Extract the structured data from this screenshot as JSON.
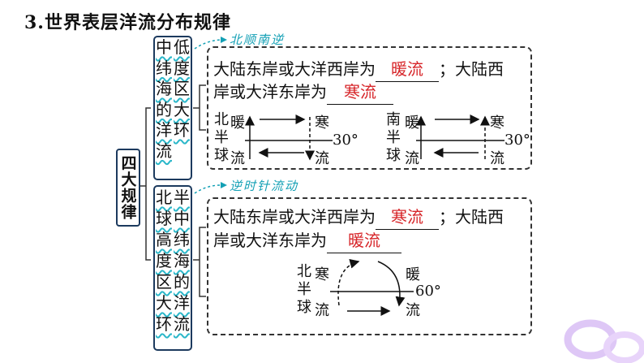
{
  "title": "3.世界表层洋流分布规律",
  "root": "四大规律",
  "categories": [
    {
      "label_chars": [
        "中",
        "低",
        "纬",
        "度",
        "海",
        "区",
        "的",
        "大",
        "洋",
        "环",
        "流"
      ],
      "note": "北顺南逆",
      "text": {
        "line1_prefix": "大陆东岸或大洋西岸为",
        "line1_answer": "暖流",
        "line1_suffix": "；大陆西",
        "line2_prefix": "岸或大洋东岸为",
        "line2_answer": "寒流"
      },
      "diagrams": [
        {
          "left_col": [
            "北",
            "半",
            "球"
          ],
          "top_left": "暖",
          "top_right": "寒",
          "bottom_left": "流",
          "bottom_right": "流",
          "lat": "30°"
        },
        {
          "left_col": [
            "南",
            "半",
            "球"
          ],
          "top_left": "暖",
          "top_right": "寒",
          "bottom_left": "流",
          "bottom_right": "流",
          "lat": "30°"
        }
      ]
    },
    {
      "label_chars": [
        "北",
        "半",
        "球",
        "中",
        "高",
        "纬",
        "度",
        "海",
        "区",
        "的",
        "大",
        "洋",
        "环",
        "流"
      ],
      "note": "逆时针流动",
      "text": {
        "line1_prefix": "大陆东岸或大洋西岸为",
        "line1_answer": "寒流",
        "line1_suffix": "；大陆西",
        "line2_prefix": "岸或大洋东岸为",
        "line2_answer": "暖流"
      },
      "diagram": {
        "left_col": [
          "北",
          "半",
          "球"
        ],
        "top_left": "寒",
        "top_right": "暖",
        "bottom_left": "流",
        "bottom_right": "流",
        "lat": "60°"
      }
    }
  ],
  "colors": {
    "answer": "#d7262a",
    "note": "#13a0b5",
    "box_border": "#1c3a5e",
    "wave": "#2bb7c9"
  }
}
